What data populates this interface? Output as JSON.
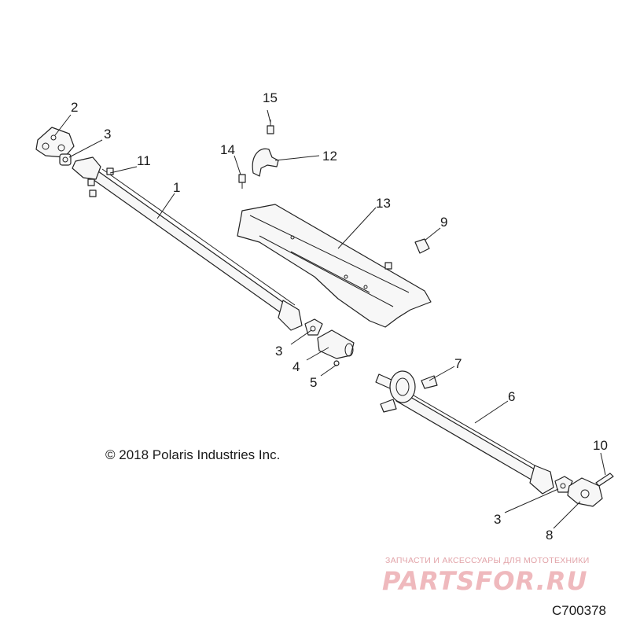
{
  "diagram": {
    "callouts": {
      "c1": "1",
      "c2": "2",
      "c3a": "3",
      "c3b": "3",
      "c3c": "3",
      "c4": "4",
      "c5": "5",
      "c6": "6",
      "c7": "7",
      "c8": "8",
      "c9": "9",
      "c10": "10",
      "c11": "11",
      "c12": "12",
      "c13": "13",
      "c14": "14",
      "c15": "15"
    },
    "copyright": "© 2018 Polaris Industries Inc.",
    "figure_id": "C700378"
  },
  "watermark": {
    "tagline": "ЗАПЧАСТИ И АКСЕССУАРЫ ДЛЯ МОТОТЕХНИКИ",
    "brand": "PARTSFOR.RU",
    "color": "#e8a0a6"
  }
}
